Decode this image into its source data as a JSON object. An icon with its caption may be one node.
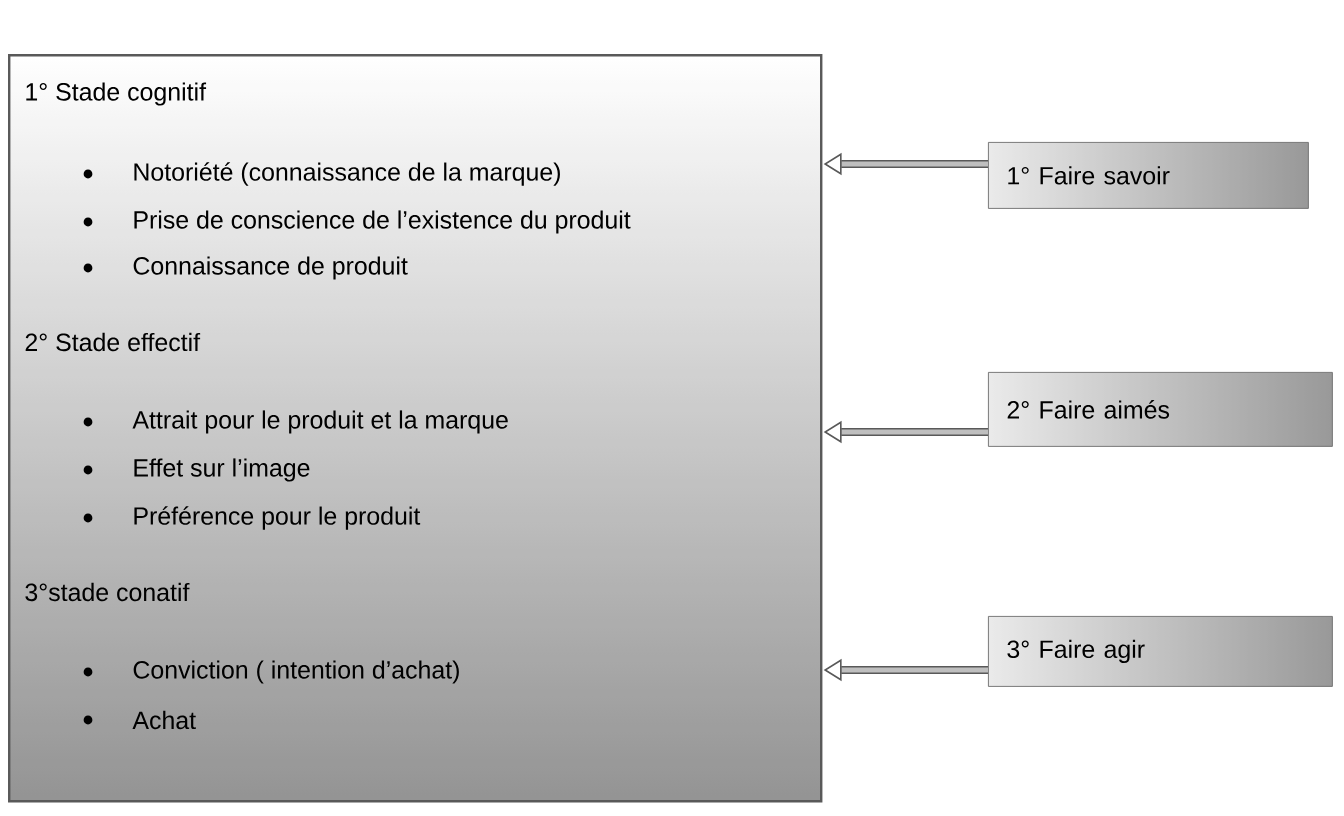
{
  "diagram": {
    "nodes": [
      {
        "text": [
          "1° Stade cognitif",
          "Notoriété (connaissance de la marque)",
          "Prise de conscience de  l’existence du produit",
          "Connaissance de produit",
          "2° Stade effectif",
          "Attrait pour le produit et la marque",
          "Effet sur l’image",
          "Préférence pour le produit",
          "3°stade conatif",
          "Conviction ( intention d’achat)",
          "Achat"
        ]
      },
      {
        "text": [
          "1° Faire savoir"
        ]
      },
      {
        "text": [
          "2° Faire aimés"
        ]
      },
      {
        "text": [
          "3° Faire agir"
        ]
      }
    ],
    "edges": [
      {
        "from": 1,
        "to": 0,
        "arrow": "to"
      },
      {
        "from": 2,
        "to": 0,
        "arrow": "to"
      },
      {
        "from": 3,
        "to": 0,
        "arrow": "to"
      }
    ]
  }
}
